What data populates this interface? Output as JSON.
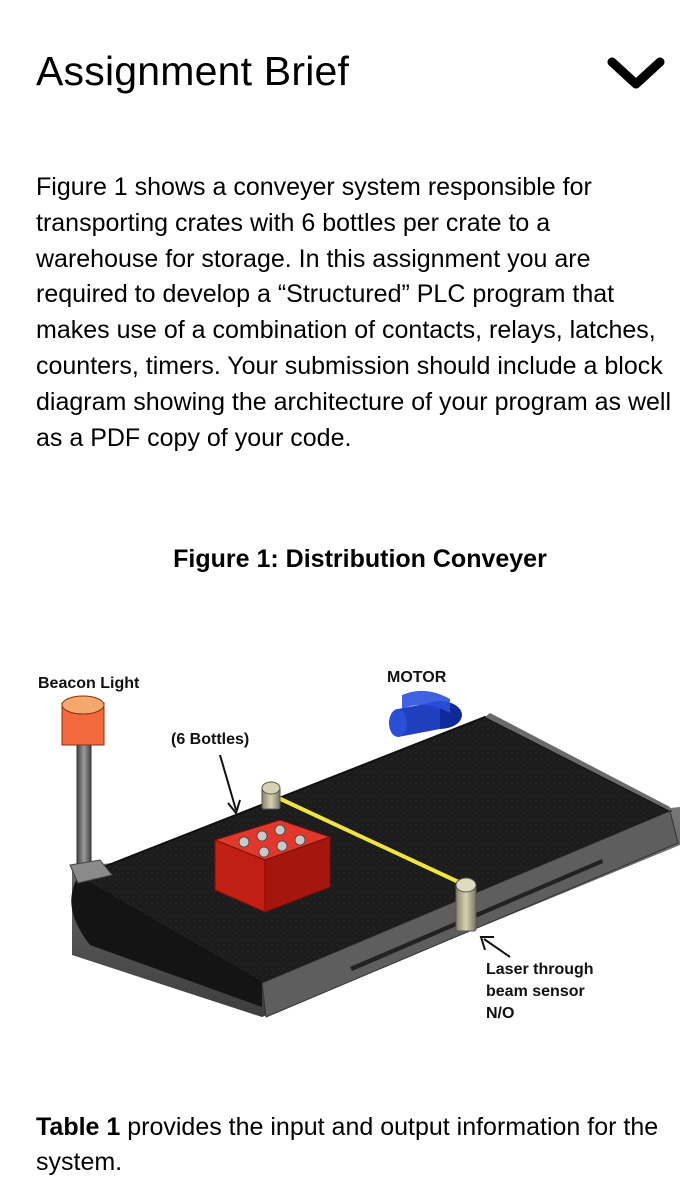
{
  "header": {
    "title": "Assignment Brief",
    "toggle_icon": "chevron-down-icon"
  },
  "intro": {
    "paragraph": "Figure 1 shows a conveyer system responsible for transporting crates with 6 bottles per crate to a warehouse for storage. In this assignment you are required to develop a “Structured” PLC program that makes use of a combination of contacts, relays, latches, counters, timers. Your submission should include a block diagram showing the architecture of your program as well as a PDF copy of your code."
  },
  "figure": {
    "caption": "Figure 1: Distribution Conveyer",
    "labels": {
      "beacon": "Beacon Light",
      "motor": "MOTOR",
      "bottles": "(6 Bottles)",
      "sensor_line1": "Laser through",
      "sensor_line2": "beam sensor",
      "sensor_line3": "N/O"
    },
    "colors": {
      "belt": "#1c1c1c",
      "frame": "#5a5a5a",
      "crate": "#d42a1e",
      "beam": "#f0e442",
      "motor": "#1f3fbf",
      "beacon": "#f06a3c"
    }
  },
  "table_note": {
    "bold": "Table 1",
    "rest": " provides the input and output information for the system."
  }
}
